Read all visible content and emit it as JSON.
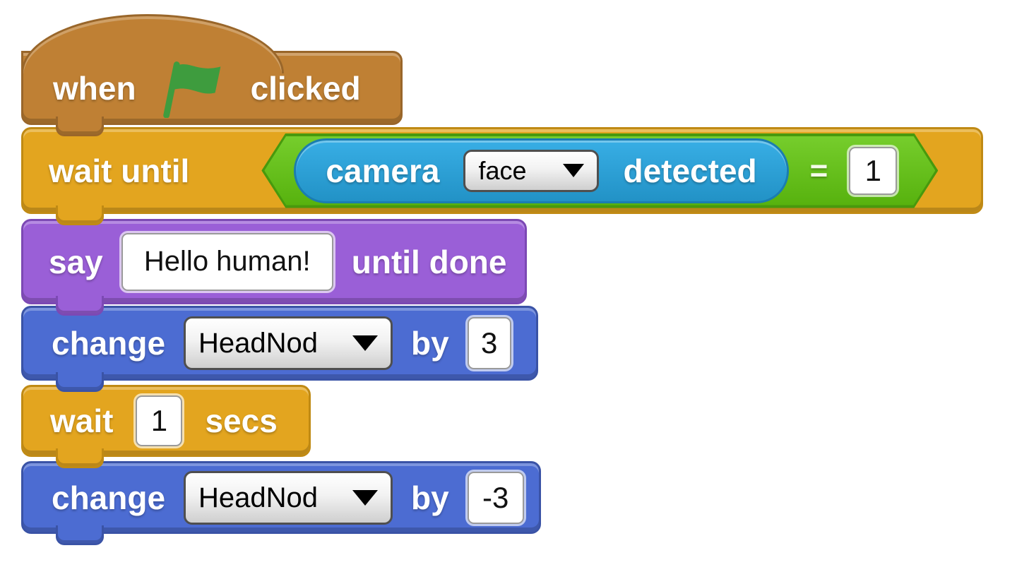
{
  "app": {
    "name": "scratch-block-editor"
  },
  "colors": {
    "events_brown": "#BF8034",
    "control_orange": "#E3A51F",
    "operators_green": "#62BF1A",
    "sensing_blue": "#2FA8E0",
    "looks_purple": "#9A5FD7",
    "motion_blue": "#4C6CD2",
    "flag_green": "#3E9C3E"
  },
  "blocks": {
    "when_flag_clicked": {
      "prefix": "when",
      "suffix": "clicked",
      "icon": "green-flag"
    },
    "wait_until": {
      "label": "wait until",
      "equals_operator": "=",
      "compare_value": "1",
      "camera": {
        "prefix": "camera",
        "selected_option": "face",
        "suffix": "detected"
      }
    },
    "say_until_done": {
      "prefix": "say",
      "message": "Hello human!",
      "suffix": "until done"
    },
    "change_headnod_up": {
      "prefix": "change",
      "variable": "HeadNod",
      "middle": "by",
      "value": "3"
    },
    "wait_secs": {
      "prefix": "wait",
      "value": "1",
      "suffix": "secs"
    },
    "change_headnod_down": {
      "prefix": "change",
      "variable": "HeadNod",
      "middle": "by",
      "value": "-3"
    }
  }
}
